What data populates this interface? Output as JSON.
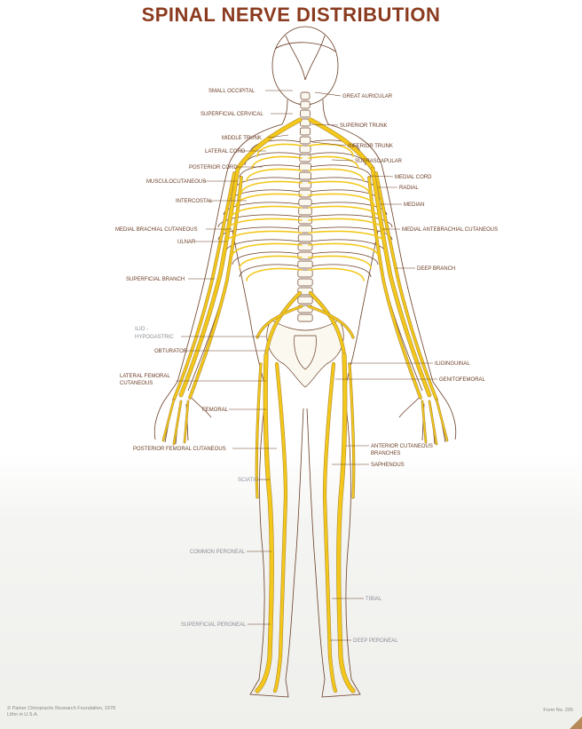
{
  "title": "SPINAL NERVE DISTRIBUTION",
  "labels": {
    "small_occipital": "SMALL  OCCIPITAL",
    "great_auricular": "GREAT AURICULAR",
    "superficial_cervical": "SUPERFICIAL  CERVICAL",
    "superior_trunk": "SUPERIOR TRUNK",
    "middle_trunk": "MIDDLE TRUNK",
    "inferior_trunk": "INFERIOR TRUNK",
    "lateral_cord": "LATERAL CORD",
    "suprascapular": "SUPRASCAPULAR",
    "posterior_cord": "POSTERIOR CORD",
    "musculocutaneous": "MUSCULOCUTANEOUS",
    "medial_cord": "MEDIAL CORD",
    "radial": "RADIAL",
    "intercostal": "INTERCOSTAL",
    "median": "MEDIAN",
    "medial_brachial_cutaneous": "MEDIAL BRACHIAL CUTANEOUS",
    "medial_antebrachial_cutaneous": "MEDIAL ANTEBRACHIAL CUTANEOUS",
    "ulnar": "ULNAR",
    "deep_branch": "DEEP BRANCH",
    "superficial_branch": "SUPERFICIAL BRANCH",
    "ilio": "ILIO -",
    "hypogastric": "HYPOGASTRIC",
    "obturator": "OBTURATOR",
    "ilioinguinal": "ILIOINGUINAL",
    "lateral_femoral_1": "LATERAL FEMORAL",
    "lateral_femoral_2": "CUTANEOUS",
    "genitofemoral": "GENITOFEMORAL",
    "femoral": "FEMORAL",
    "posterior_femoral_cutaneous": "POSTERIOR FEMORAL CUTANEOUS",
    "anterior_cutaneous_1": "ANTERIOR CUTANEOUS",
    "anterior_cutaneous_2": "BRANCHES",
    "saphenous": "SAPHENOUS",
    "sciatic": "SCIATIC",
    "common_peroneal": "COMMON PERONEAL",
    "tibial": "TIBIAL",
    "superficial_peroneal": "SUPERFICIAL PERONEAL",
    "deep_peroneal": "DEEP PERONEAL"
  },
  "footer": {
    "copyright_1": "© Parker Chiropractic Research Foundation, 1978",
    "copyright_2": "Litho in U.S.A.",
    "form_no": "Form No. 295"
  },
  "colors": {
    "title": "#8b3b1f",
    "nerve": "#f3c81b",
    "outline": "#6b3e26"
  }
}
